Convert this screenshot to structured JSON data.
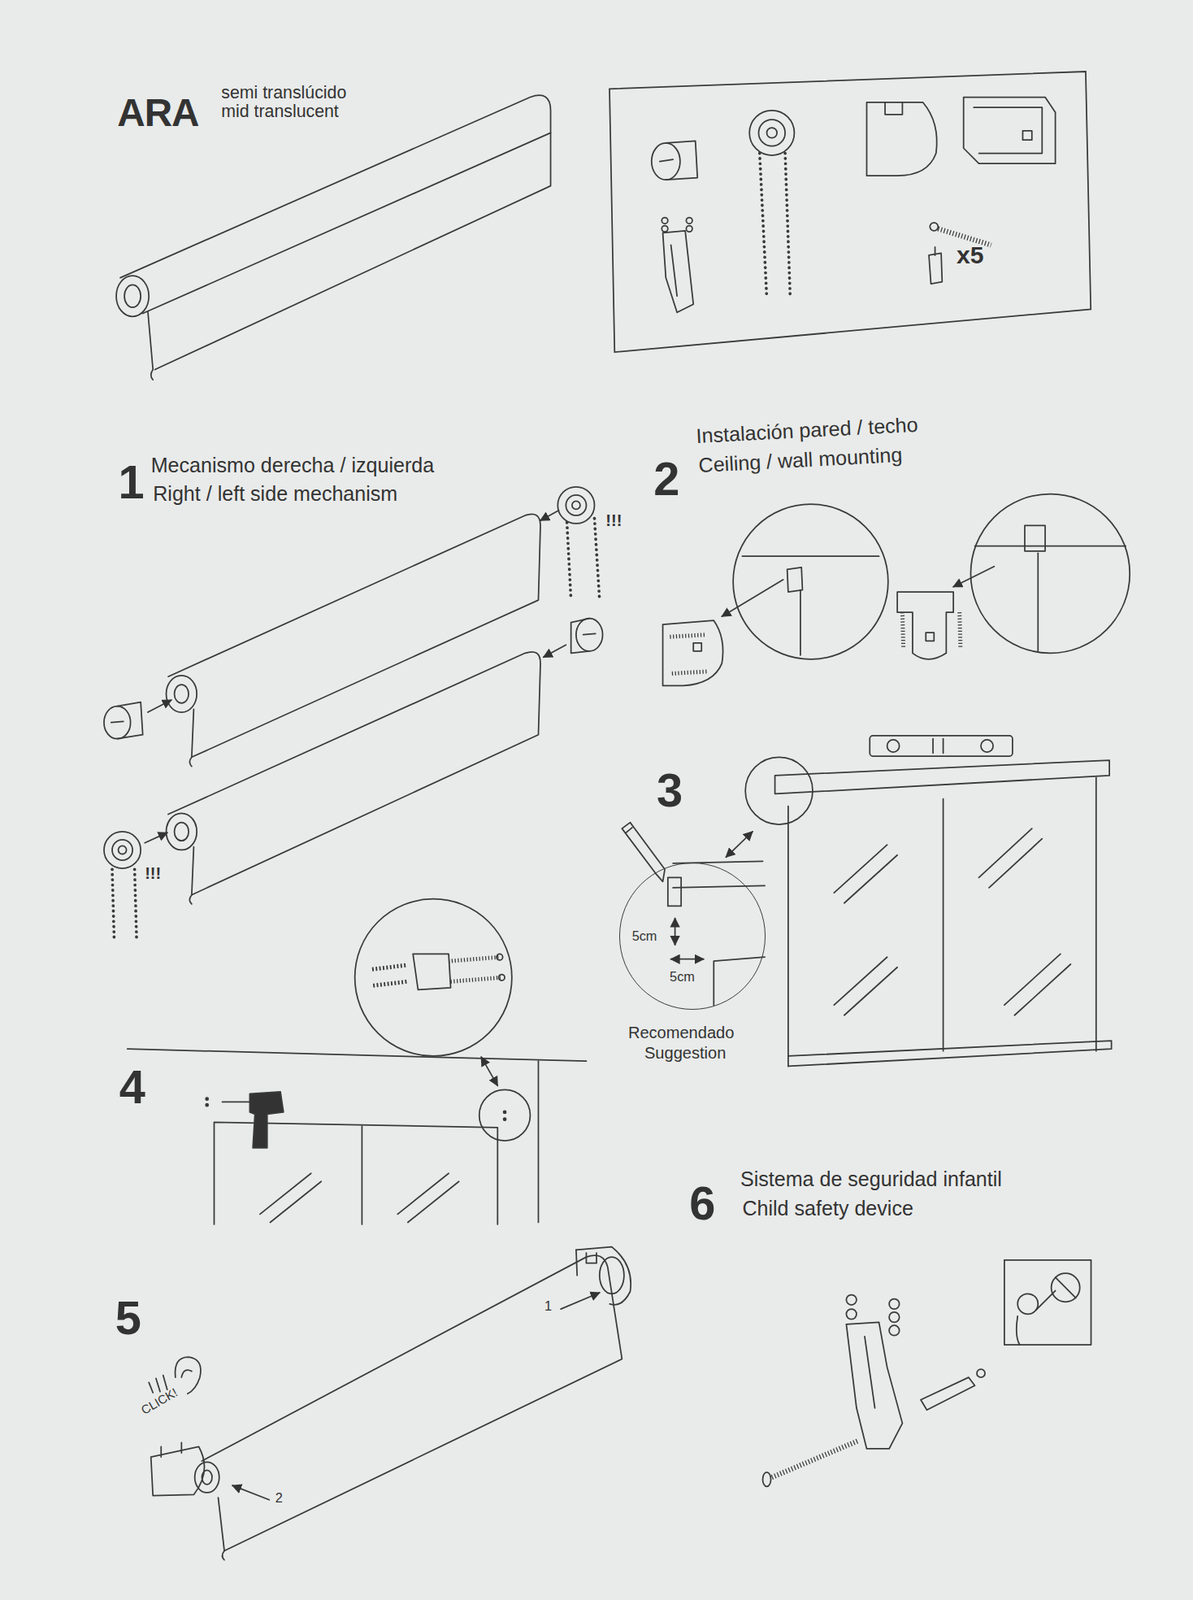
{
  "diagram": {
    "title": "ARA",
    "nodes": [
      {
        "text": [
          "x5"
        ]
      },
      {
        "text": [
          "5cm",
          "5cm"
        ]
      }
    ],
    "labels": [
      "semi translúcido",
      "mid translucent",
      "1",
      "Mecanismo derecha / izquierda",
      "Right / left side mechanism",
      "!!!",
      "!!!",
      "2",
      "Instalación pared / techo",
      "Ceiling / wall mounting",
      "3",
      "Recomendado",
      "Suggestion",
      "4",
      "5",
      "CLICK!",
      "1",
      "2",
      "6",
      "Sistema de seguridad infantil",
      "Child safety device"
    ]
  }
}
